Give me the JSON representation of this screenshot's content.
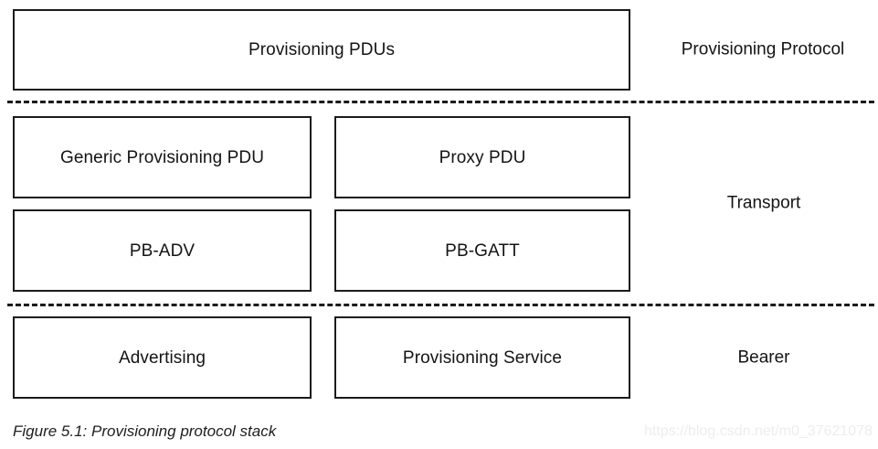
{
  "figure": {
    "caption": "Figure 5.1: Provisioning protocol stack",
    "watermark": "https://blog.csdn.net/m0_37621078",
    "stroke_color": "#1b1b1b",
    "text_color": "#141414",
    "background_color": "#ffffff",
    "watermark_color": "#ededed"
  },
  "layers": [
    {
      "name": "Provisioning Protocol",
      "boxes": [
        {
          "label": "Provisioning PDUs"
        }
      ]
    },
    {
      "name": "Transport",
      "boxes": [
        {
          "label": "Generic Provisioning PDU"
        },
        {
          "label": "Proxy PDU"
        },
        {
          "label": "PB-ADV"
        },
        {
          "label": "PB-GATT"
        }
      ]
    },
    {
      "name": "Bearer",
      "boxes": [
        {
          "label": "Advertising"
        },
        {
          "label": "Provisioning Service"
        }
      ]
    }
  ]
}
